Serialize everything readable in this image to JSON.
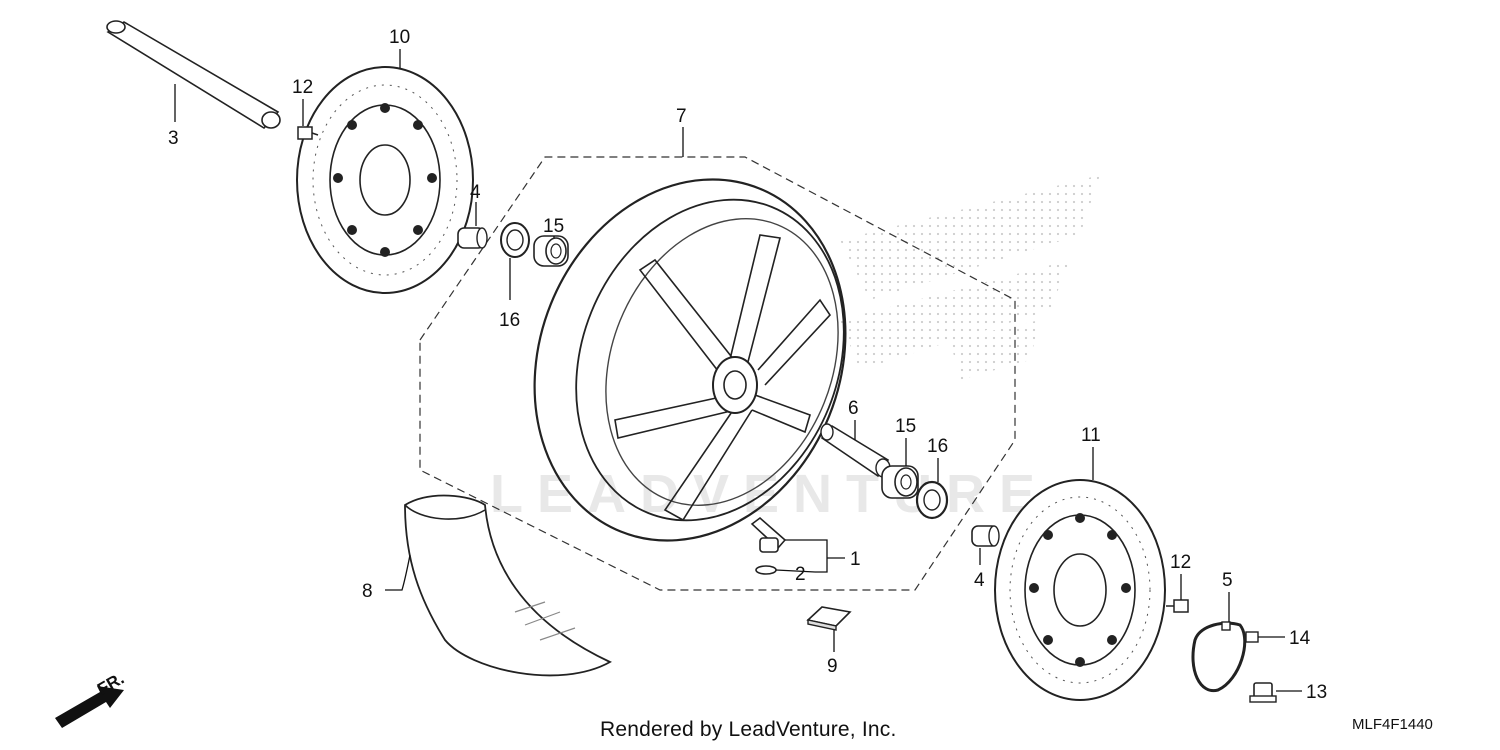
{
  "diagram": {
    "callouts": {
      "c1": "1",
      "c2": "2",
      "c3": "3",
      "c4a": "4",
      "c4b": "4",
      "c5": "5",
      "c6": "6",
      "c7": "7",
      "c8": "8",
      "c9": "9",
      "c10": "10",
      "c11": "11",
      "c12a": "12",
      "c12b": "12",
      "c13": "13",
      "c14": "14",
      "c15a": "15",
      "c15b": "15",
      "c16a": "16",
      "c16b": "16"
    },
    "direction_label": "FR.",
    "watermark": "LEADVENTURE",
    "footer_text": "Rendered by LeadVenture, Inc.",
    "diagram_code": "MLF4F1440"
  }
}
